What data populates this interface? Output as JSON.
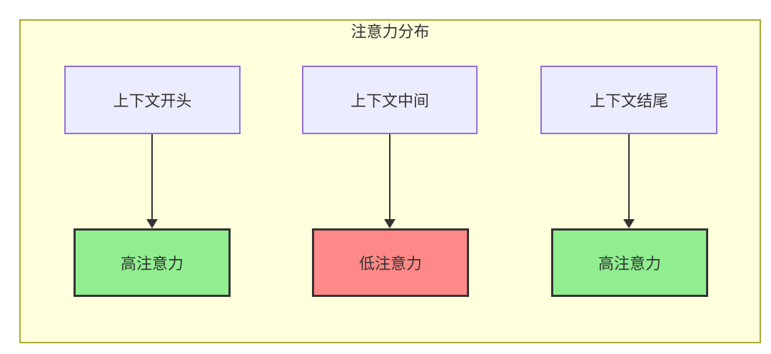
{
  "diagram": {
    "type": "flowchart",
    "title": "注意力分布",
    "colors": {
      "page_bg": "#ffffff",
      "cluster_fill": "#ffffde",
      "cluster_border": "#aaaa33",
      "source_fill": "#ececff",
      "source_border": "#9370db",
      "high_fill": "#90ee90",
      "low_fill": "#ff8888",
      "result_border": "#333333",
      "edge_color": "#333333",
      "text_color": "#333333"
    },
    "columns": [
      {
        "top": {
          "label": "上下文开头"
        },
        "bottom": {
          "label": "高注意力",
          "level": "high"
        }
      },
      {
        "top": {
          "label": "上下文中间"
        },
        "bottom": {
          "label": "低注意力",
          "level": "low"
        }
      },
      {
        "top": {
          "label": "上下文结尾"
        },
        "bottom": {
          "label": "高注意力",
          "level": "high"
        }
      }
    ]
  }
}
